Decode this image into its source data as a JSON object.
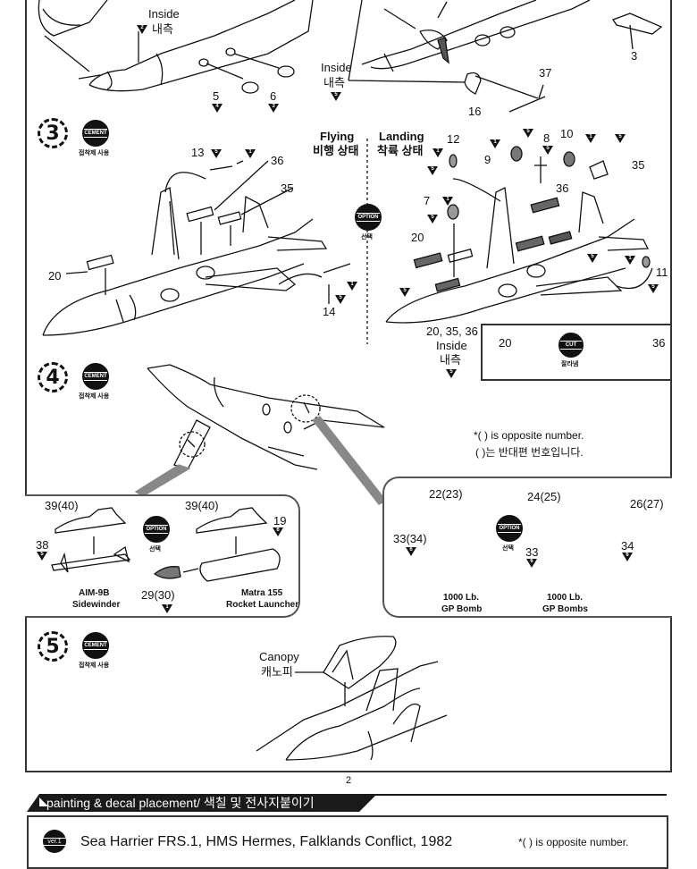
{
  "page": {
    "page_number": "2",
    "note_en": "*(    ) is opposite number.",
    "note_ko": "(    )는 반대편 번호입니다."
  },
  "badges": {
    "cement": "CEMENT",
    "cement_ko": "접착제 사용",
    "option": "OPTION",
    "option_ko": "선택",
    "cut": "CUT",
    "cut_ko": "잘라냄"
  },
  "step2": {
    "inside_en": "Inside",
    "inside_ko": "내측",
    "inside_paint": "2",
    "inside2_en": "Inside",
    "inside2_ko": "내측",
    "inside2_paint": "5",
    "parts": [
      {
        "num": "5",
        "paint": "4"
      },
      {
        "num": "6",
        "paint": "3"
      },
      {
        "num": "37",
        "paint": ""
      },
      {
        "num": "16",
        "paint": ""
      },
      {
        "num": "3",
        "paint": ""
      }
    ]
  },
  "step3": {
    "number": "3",
    "flying_en": "Flying",
    "flying_ko": "비행 상태",
    "landing_en": "Landing",
    "landing_ko": "착륙 상태",
    "flying_parts": [
      {
        "num": "13",
        "paints": [
          "5",
          "1"
        ]
      },
      {
        "num": "36",
        "paints": []
      },
      {
        "num": "35",
        "paints": []
      },
      {
        "num": "20",
        "paints": []
      },
      {
        "num": "14",
        "paints": [
          "5",
          "1"
        ]
      }
    ],
    "landing_parts": [
      {
        "num": "12",
        "paints": [
          "1",
          "5"
        ]
      },
      {
        "num": "9",
        "paints": [
          "1",
          "5"
        ]
      },
      {
        "num": "8",
        "paints": [
          "5"
        ]
      },
      {
        "num": "10",
        "paints": [
          "1",
          "5"
        ]
      },
      {
        "num": "35",
        "paints": []
      },
      {
        "num": "36",
        "paints": []
      },
      {
        "num": "7",
        "paints": [
          "1",
          "5"
        ]
      },
      {
        "num": "20",
        "paints": []
      },
      {
        "num": "11",
        "paints": [
          "1",
          "5"
        ]
      }
    ],
    "inside_parts": "20, 35, 36",
    "inside_en": "Inside",
    "inside_ko": "내측",
    "inside_paint": "5",
    "cut_left": "20",
    "cut_right": "36"
  },
  "step4": {
    "number": "4",
    "left_option": {
      "pylon1": "39(40)",
      "pylon2": "39(40)",
      "missile_num": "38",
      "missile_paint": "5",
      "missile_name": "AIM-9B",
      "missile_name2": "Sidewinder",
      "launcher_num": "19",
      "launcher_paint": "6",
      "nose_num": "29(30)",
      "nose_paint": "1",
      "launcher_name": "Matra 155",
      "launcher_name2": "Rocket Launcher"
    },
    "right_option": {
      "pylon1": "22(23)",
      "bomb1": "33(34)",
      "bomb1_paint": "6",
      "bomb1_name": "1000 Lb.",
      "bomb1_name2": "GP Bomb",
      "pylon2": "24(25)",
      "rack": "26(27)",
      "bomb2": "33",
      "bomb2_paint": "6",
      "bomb3": "34",
      "bomb3_paint": "6",
      "bombs_name": "1000 Lb.",
      "bombs_name2": "GP Bombs"
    }
  },
  "step5": {
    "number": "5",
    "canopy_en": "Canopy",
    "canopy_ko": "캐노피"
  },
  "painting": {
    "section_title": "painting & decal placement/ 색칠 및 전사지붙이기",
    "version_badge": "ver.1",
    "version_title": "Sea Harrier FRS.1, HMS Hermes, Falklands Conflict, 1982",
    "note_en": "*(    ) is opposite number."
  }
}
